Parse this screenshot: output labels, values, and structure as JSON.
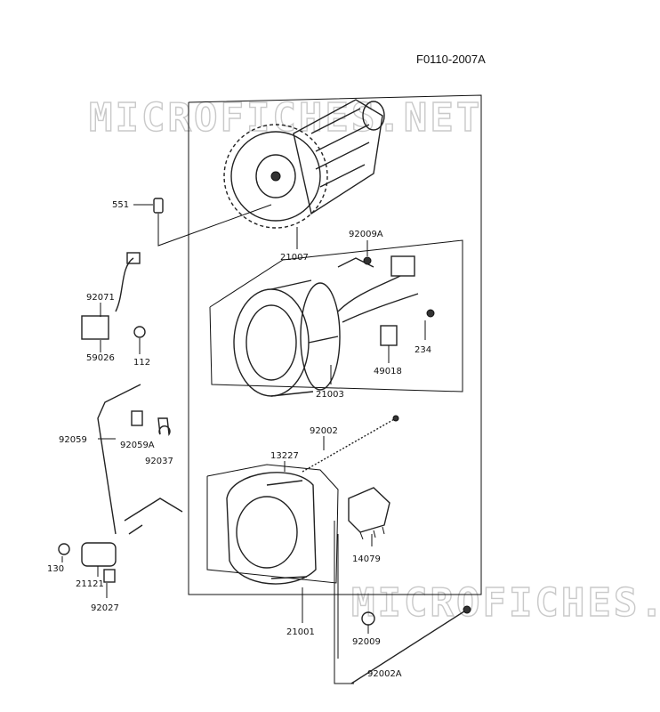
{
  "title": "F0110-2007A",
  "watermark": "MICROFICHES.NET",
  "callouts": {
    "c551": "551",
    "c21007": "21007",
    "c92009A": "92009A",
    "c92071": "92071",
    "c59026": "59026",
    "c112": "112",
    "c234": "234",
    "c49018": "49018",
    "c21003": "21003",
    "c92002": "92002",
    "c92059": "92059",
    "c92059A": "92059A",
    "c92037": "92037",
    "c13227": "13227",
    "c14079": "14079",
    "c130": "130",
    "c21121": "21121",
    "c92027": "92027",
    "c21001": "21001",
    "c92009": "92009",
    "c92002A": "92002A"
  }
}
